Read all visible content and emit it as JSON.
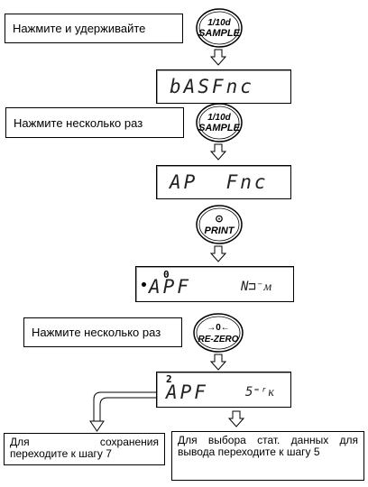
{
  "steps": {
    "hold_instruction": "Нажмите и удерживайте",
    "press_repeat_1": "Нажмите несколько раз",
    "press_repeat_2": "Нажмите несколько раз"
  },
  "buttons": {
    "sample_top": "1/10d",
    "sample_bottom": "SAMPLE",
    "print_symbol": "⊙",
    "print_label": "PRINT",
    "rezero_symbol": "→0←",
    "rezero_label": "RE-ZERO"
  },
  "displays": {
    "d1_text": "bASFnc",
    "d2_text": "AP  Fnc",
    "d3_indicator": "0",
    "d3_left": "APF",
    "d3_right": "N⊐⁻ᴍ",
    "d4_indicator": "2",
    "d4_left": "APF",
    "d4_right": "5⁼ʳᴋ"
  },
  "outcomes": {
    "save_line1_a": "Для",
    "save_line1_b": "сохранения",
    "save_line2": "переходите к шагу 7",
    "select_text": "Для выбора стат. данных для вывода переходите к шагу 5"
  },
  "colors": {
    "line": "#000000",
    "lcd_shadow": "#999999"
  }
}
